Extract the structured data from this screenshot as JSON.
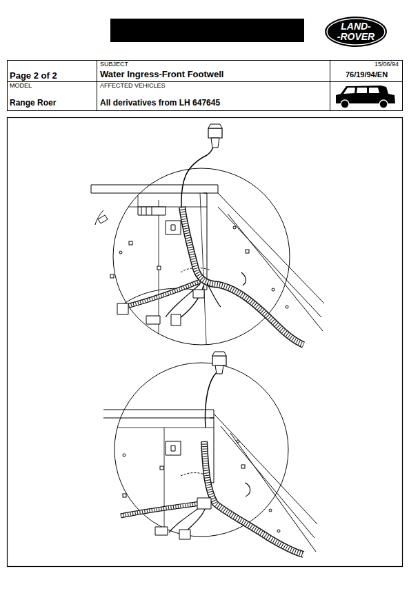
{
  "diagram": {
    "title": "Water Ingress-Front Footwell",
    "nodes": [
      {
        "text": [
          "LAND-",
          "-ROVER"
        ]
      }
    ],
    "labels": [
      "Page 2 of 2",
      "SUBJECT",
      "15/06/94",
      "76/19/94/EN",
      "MODEL",
      "AFFECTED VEHICLES",
      "Range Roer",
      "All derivatives from LH 647645"
    ]
  }
}
